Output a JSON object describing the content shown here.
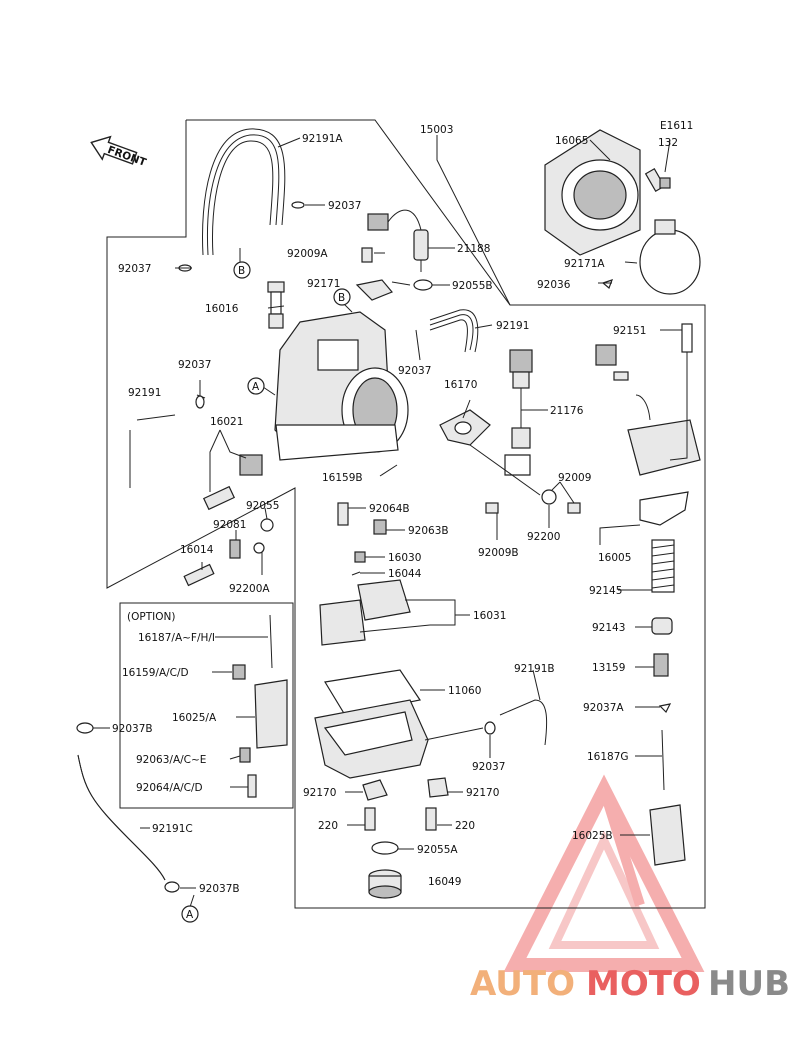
{
  "diagram": {
    "code": "E1611",
    "front_label": "FRONT",
    "option_label": "(OPTION)",
    "callouts": {
      "c92191A": "92191A",
      "c15003": "15003",
      "c16065": "16065",
      "c132": "132",
      "c92037_a": "92037",
      "c92009A": "92009A",
      "c21188": "21188",
      "c92037_b": "92037",
      "c92171": "92171",
      "c92055B": "92055B",
      "c92171A": "92171A",
      "c92036": "92036",
      "c16016": "16016",
      "c92191_a": "92191",
      "c92151": "92151",
      "c92037_c": "92037",
      "c92037_d": "92037",
      "c16170": "16170",
      "c92191_b": "92191",
      "c21176": "21176",
      "c16021": "16021",
      "c16159B": "16159B",
      "c92009_a": "92009",
      "c92055": "92055",
      "c92064B": "92064B",
      "c92081": "92081",
      "c92063B": "92063B",
      "c92200": "92200",
      "c92009B": "92009B",
      "c16005": "16005",
      "c16014": "16014",
      "c16030": "16030",
      "c92200A": "92200A",
      "c16044": "16044",
      "c92145": "92145",
      "c16031": "16031",
      "c92143": "92143",
      "c16187_opt": "16187/A~F/H/I",
      "c16159_opt": "16159/A/C/D",
      "c92191B": "92191B",
      "c13159": "13159",
      "c11060": "11060",
      "c16025_opt": "16025/A",
      "c92037A": "92037A",
      "c92037B_a": "92037B",
      "c92063_opt": "92063/A/C~E",
      "c92037_e": "92037",
      "c16187G": "16187G",
      "c92064_opt": "92064/A/C/D",
      "c92170_a": "92170",
      "c92170_b": "92170",
      "c92191C": "92191C",
      "c220_a": "220",
      "c220_b": "220",
      "c16025B": "16025B",
      "c92055A": "92055A",
      "c16049": "16049",
      "c92037B_b": "92037B"
    },
    "markers": {
      "A1": "A",
      "A2": "A",
      "B1": "B",
      "B2": "B"
    }
  },
  "watermark": {
    "part1": "AUTO",
    "part2": "MOTO",
    "part3": "HUB",
    "colors": {
      "auto": "#f2b07a",
      "moto": "#e96060",
      "hub": "#8a8a8a",
      "triangle": "#ee6c6c"
    }
  }
}
